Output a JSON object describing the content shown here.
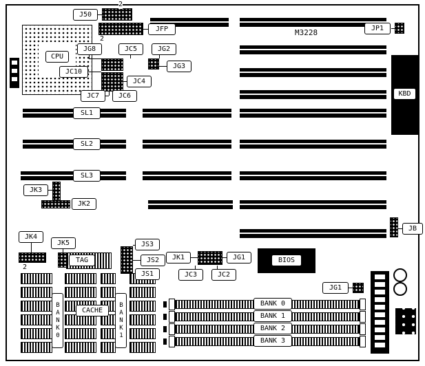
{
  "chipset": "M3228",
  "labels": {
    "j50": "J50",
    "jfp": "JFP",
    "jp1": "JP1",
    "jg8": "JG8",
    "jc5": "JC5",
    "jg2": "JG2",
    "jg3": "JG3",
    "jc10": "JC10",
    "jc4": "JC4",
    "jc7": "JC7",
    "jc6": "JC6",
    "cpu": "CPU",
    "kbd": "KBD",
    "sl1": "SL1",
    "sl2": "SL2",
    "sl3": "SL3",
    "jk3": "JK3",
    "jk2": "JK2",
    "jk4": "JK4",
    "jk5": "JK5",
    "tag": "TAG",
    "js3": "JS3",
    "js2": "JS2",
    "js1": "JS1",
    "jk1": "JK1",
    "jg1_mid": "JG1",
    "jc3": "JC3",
    "jc2": "JC2",
    "bios": "BIOS",
    "jg1_bot": "JG1",
    "jb": "JB",
    "cache": "CACHE",
    "bank0_vert": "BANK0",
    "bank1_vert": "BANK1"
  },
  "simm_banks": [
    "BANK 0",
    "BANK 1",
    "BANK 2",
    "BANK 3"
  ],
  "pin_markers": {
    "j50": "2",
    "jfp": "2",
    "jk4": "2"
  }
}
